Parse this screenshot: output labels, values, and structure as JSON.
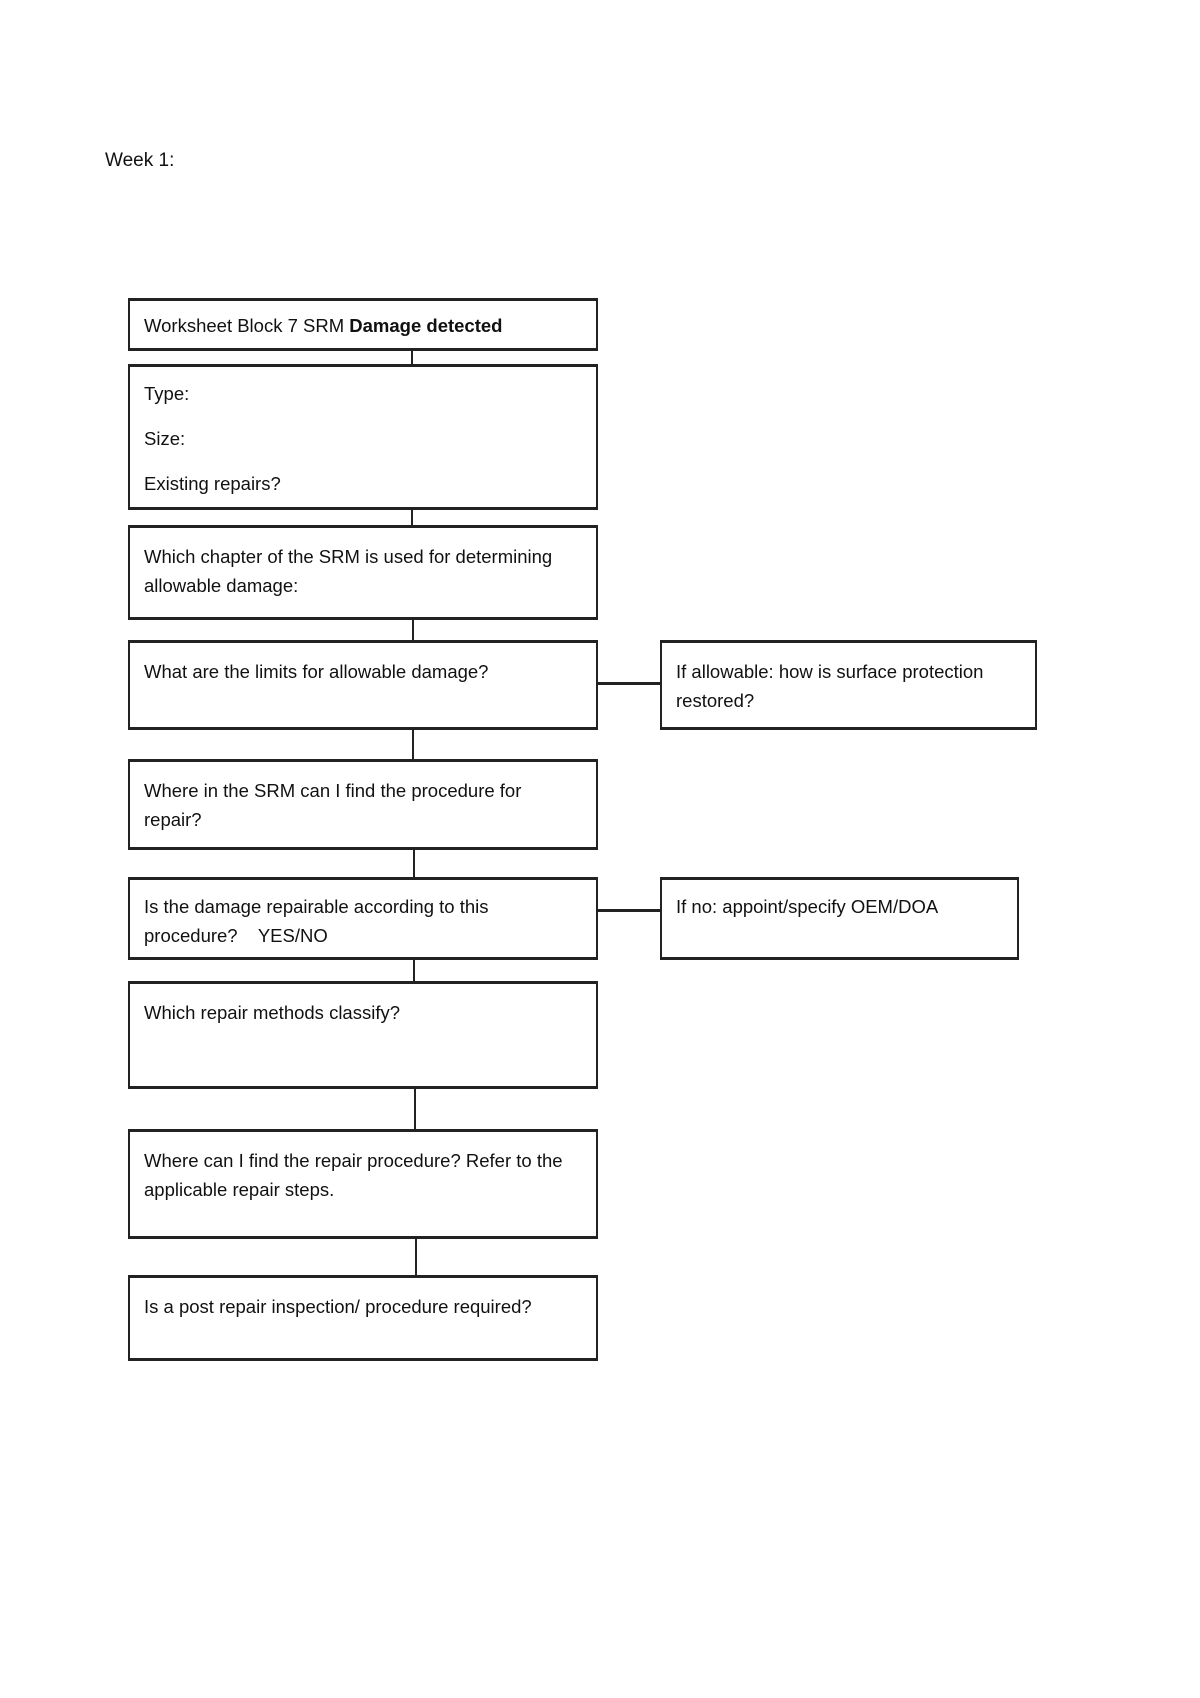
{
  "heading": "Week 1:",
  "flowchart": {
    "title_box": {
      "prefix": "Worksheet Block 7 SRM",
      "bold": "Damage detected"
    },
    "damage_box": {
      "lines": [
        "Type:",
        "Size:",
        "Existing repairs?"
      ]
    },
    "steps": [
      "Which chapter of the SRM is used for determining allowable damage:",
      "What are the limits for allowable damage?",
      "Where in the SRM can I find the procedure for repair?",
      "Is the damage repairable according to this procedure?    YES/NO",
      "Which repair methods classify?",
      "Where can I find the repair procedure? Refer to the applicable repair steps.",
      "Is a post repair inspection/ procedure required?"
    ],
    "side_boxes": [
      "If allowable: how is surface protection restored?",
      "If no: appoint/specify OEM/DOA"
    ]
  }
}
